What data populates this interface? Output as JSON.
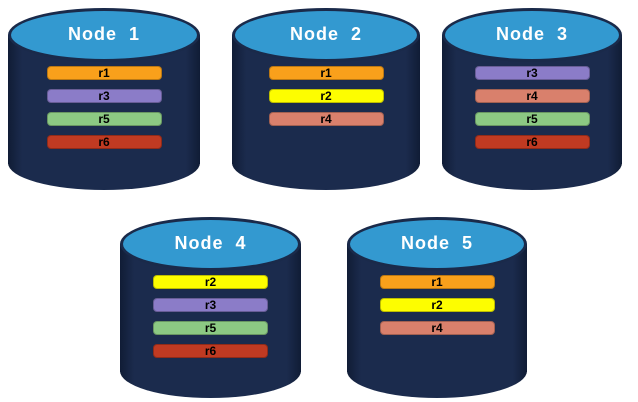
{
  "diagram": {
    "description": "Replica placement across database nodes"
  },
  "colors": {
    "cylinder_body": "#1b2b4d",
    "cylinder_edge": "#101c35",
    "cylinder_top": "#3399d0",
    "cylinder_top_border": "#1a2a4a",
    "node_label_text": "#ffffff",
    "bar_label_text": "#000000"
  },
  "replica_colors": {
    "r1": "#f9a01b",
    "r2": "#fdfd00",
    "r3": "#8b7cc8",
    "r4": "#d9806c",
    "r5": "#8cc983",
    "r6": "#c03a22"
  },
  "nodes": [
    {
      "label": "Node  1",
      "replicas": [
        "r1",
        "r3",
        "r5",
        "r6"
      ]
    },
    {
      "label": "Node  2",
      "replicas": [
        "r1",
        "r2",
        "r4"
      ]
    },
    {
      "label": "Node  3",
      "replicas": [
        "r3",
        "r4",
        "r5",
        "r6"
      ]
    },
    {
      "label": "Node  4",
      "replicas": [
        "r2",
        "r3",
        "r5",
        "r6"
      ]
    },
    {
      "label": "Node  5",
      "replicas": [
        "r1",
        "r2",
        "r4"
      ]
    }
  ]
}
